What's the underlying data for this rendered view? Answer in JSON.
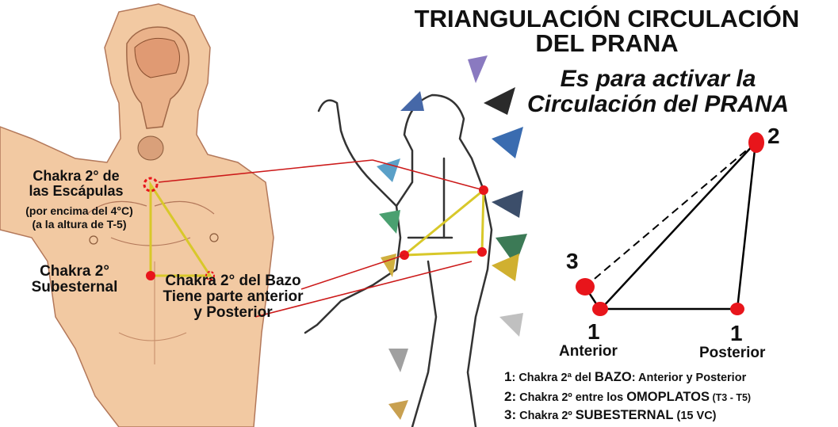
{
  "title_line1": "TRIANGULACIÓN CIRCULACIÓN",
  "title_line2": "DEL PRANA",
  "subtitle_line1": "Es para activar la",
  "subtitle_line2": "Circulación del PRANA",
  "body_labels": {
    "scapulae_line1": "Chakra 2° de",
    "scapulae_line2": "las Escápulas",
    "scapulae_note1": "(por encima del 4°C)",
    "scapulae_note2": "(a la altura de T-5)",
    "substernal_line1": "Chakra 2°",
    "substernal_line2": "Subesternal",
    "spleen_line1": "Chakra 2° del Bazo",
    "spleen_line2": "Tiene parte anterior",
    "spleen_line3": "y Posterior"
  },
  "triangle_points": {
    "p2": "2",
    "p3": "3",
    "p1_anterior_num": "1",
    "p1_anterior_label": "Anterior",
    "p1_posterior_num": "1",
    "p1_posterior_label": "Posterior"
  },
  "legend": [
    {
      "num": "1",
      "pre": ": Chakra 2ª del ",
      "keyword": "BAZO",
      "post": ": Anterior y Posterior"
    },
    {
      "num": "2:",
      "pre": " Chakra 2º entre los ",
      "keyword": "OMOPLATOS",
      "post": " (T3 - T5)"
    },
    {
      "num": "3:",
      "pre": " Chakra  2º ",
      "keyword": "SUBESTERNAL",
      "post": " (15 VC)"
    }
  ],
  "colors": {
    "skin": "#f2c9a2",
    "skin_outline": "#b3785a",
    "chakra_point": "#e8151b",
    "triangle_yellow": "#d8c82a",
    "pointer_line": "#cc1a1a"
  }
}
